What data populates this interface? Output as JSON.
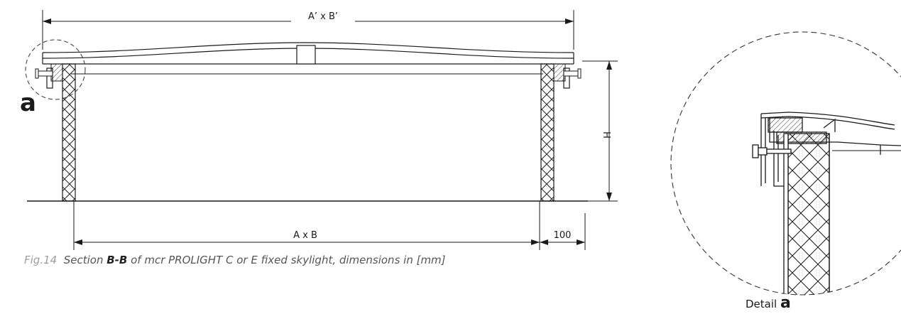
{
  "diagram": {
    "dim_top": "A’ x B’",
    "dim_bottom": "A x B",
    "dim_side": "100",
    "dim_height": "H",
    "detail_marker": "a"
  },
  "caption": {
    "fig_label": "Fig.14",
    "text_before": "Section",
    "section_ref": "B-B",
    "text_after": "of mcr PROLIGHT C or E fixed skylight, dimensions in [mm]"
  },
  "detail": {
    "label": "Detail",
    "letter": "a"
  }
}
